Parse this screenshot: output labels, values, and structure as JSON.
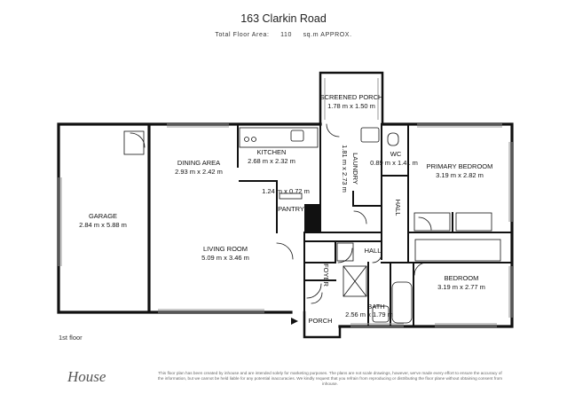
{
  "header": {
    "title": "163 Clarkin Road",
    "area_label": "Total Floor Area:",
    "area_value": "110",
    "area_unit": "sq.m APPROX."
  },
  "rooms": {
    "screened_porch": {
      "name": "SCREENED PORCH",
      "dims": "1.78 m x 1.50 m"
    },
    "kitchen": {
      "name": "KITCHEN",
      "dims": "2.68 m x 2.32 m"
    },
    "dining": {
      "name": "DINING AREA",
      "dims": "2.93 m x 2.42 m"
    },
    "laundry": {
      "name": "LAUNDRY",
      "dims": "1.81 m x 2.73 m"
    },
    "wc": {
      "name": "WC",
      "dims": "0.89 m x 1.41 m"
    },
    "primary_bedroom": {
      "name": "PRIMARY BEDROOM",
      "dims": "3.19 m x 2.82 m"
    },
    "pantry": {
      "name": "PANTRY",
      "dims": "1.24 m x 0.72 m"
    },
    "garage": {
      "name": "GARAGE",
      "dims": "2.84 m x 5.88 m"
    },
    "hall_vertical": {
      "name": "HALL"
    },
    "hall": {
      "name": "HALL"
    },
    "living": {
      "name": "LIVING ROOM",
      "dims": "5.09 m x 3.46 m"
    },
    "bedroom": {
      "name": "BEDROOM",
      "dims": "3.19 m x 2.77 m"
    },
    "foyer": {
      "name": "FOYER"
    },
    "bath": {
      "name": "BATH",
      "dims": "2.56 m x 1.79 m"
    },
    "porch": {
      "name": "PORCH"
    }
  },
  "floor_label": "1st floor",
  "brand": "House",
  "disclaimer": "This floor plan has been created by inhouse and are intended solely for marketing purposes. The plans are not scale drawings, however, we've made every effort to ensure the accuracy of the information, but we cannot be held liable for any potential inaccuracies. We kindly request that you refrain from reproducing or distributing the floor plane without obtaining consent from inhouse."
}
